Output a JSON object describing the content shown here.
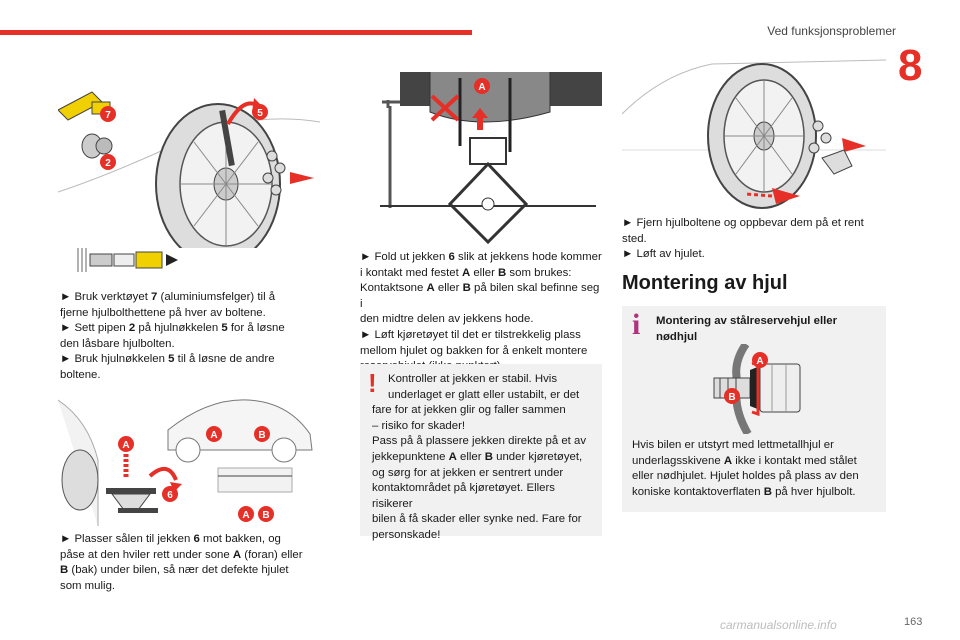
{
  "header": {
    "section_title": "Ved funksjonsproblemer",
    "chapter_number": "8"
  },
  "figures": {
    "wheel_bolt_tools": {
      "callouts": [
        "7",
        "2",
        "5"
      ]
    },
    "jack_under_car": {
      "callouts": [
        "A"
      ]
    },
    "wheel_removed": {
      "callouts": []
    },
    "jack_position": {
      "callouts": [
        "A",
        "A",
        "B",
        "6",
        "A",
        "B"
      ]
    },
    "wheel_bolt_section": {
      "callouts": [
        "A",
        "B"
      ]
    }
  },
  "col1": {
    "para1": {
      "l1_a": "► Bruk verktøyet ",
      "l1_b": "7",
      "l1_c": " (aluminiumsfelger) til å",
      "l2": "fjerne hjulbolthettene på hver av boltene.",
      "l3_a": "► Sett pipen ",
      "l3_b": "2",
      "l3_c": " på hjulnøkkelen ",
      "l3_d": "5",
      "l3_e": " for å løsne",
      "l4": "den låsbare hjulbolten.",
      "l5_a": "► Bruk hjulnøkkelen ",
      "l5_b": "5",
      "l5_c": " til å løsne de andre",
      "l6": "boltene."
    },
    "para2": {
      "l1_a": "► Plasser sålen til jekken ",
      "l1_b": "6",
      "l1_c": " mot bakken, og",
      "l2_a": "påse at den hviler rett under sone ",
      "l2_b": "A",
      "l2_c": " (foran) eller",
      "l3_a": "B",
      "l3_b": " (bak) under bilen, så nær det defekte hjulet",
      "l4": "som mulig."
    }
  },
  "col2": {
    "para1": {
      "l1_a": "► Fold ut jekken ",
      "l1_b": "6",
      "l1_c": " slik at jekkens hode kommer",
      "l2_a": "i kontakt med festet ",
      "l2_b": "A",
      "l2_c": " eller ",
      "l2_d": "B",
      "l2_e": " som brukes:",
      "l3_a": "Kontaktsone ",
      "l3_b": "A",
      "l3_c": " eller ",
      "l3_d": "B",
      "l3_e": " på bilen skal befinne seg i",
      "l4": "den midtre delen av jekkens hode.",
      "l5": "► Løft kjøretøyet til det er tilstrekkelig plass",
      "l6": "mellom hjulet og bakken for å enkelt montere",
      "l7": "reservehjulet (ikke punktert)."
    },
    "warning": {
      "mark": "!",
      "l1": "Kontroller at jekken er stabil. Hvis",
      "l2": "underlaget er glatt eller ustabilt, er det",
      "l3": "fare for at jekken glir og faller sammen",
      "l4": "– risiko for skader!",
      "l5": "Pass på å plassere jekken direkte på et av",
      "l6_a": "jekkepunktene ",
      "l6_b": "A",
      "l6_c": " eller ",
      "l6_d": "B",
      "l6_e": " under kjøretøyet,",
      "l7": "og sørg for at jekken er sentrert under",
      "l8": "kontaktområdet på kjøretøyet. Ellers risikerer",
      "l9": "bilen å få skader eller synke ned. Fare for",
      "l10": "personskade!"
    }
  },
  "col3": {
    "para1": {
      "l1": "► Fjern hjulboltene og oppbevar dem på et rent",
      "l2": "sted.",
      "l3": "► Løft av hjulet."
    },
    "heading": "Montering av hjul",
    "info": {
      "mark": "i",
      "title_l1": "Montering av stålreservehjul eller",
      "title_l2": "nødhjul",
      "l1": "Hvis bilen er utstyrt med lettmetallhjul er",
      "l2_a": "underlagsskivene ",
      "l2_b": "A",
      "l2_c": " ikke i kontakt med stålet",
      "l3": "eller nødhjulet. Hjulet holdes på plass av den",
      "l4_a": "koniske kontaktoverflaten ",
      "l4_b": "B",
      "l4_c": " på hver hjulbolt."
    }
  },
  "footer": {
    "page_number": "163",
    "watermark": "carmanualsonline.info"
  },
  "colors": {
    "accent": "#e63027",
    "info": "#b0337f",
    "box_bg": "#f1f1f1"
  }
}
